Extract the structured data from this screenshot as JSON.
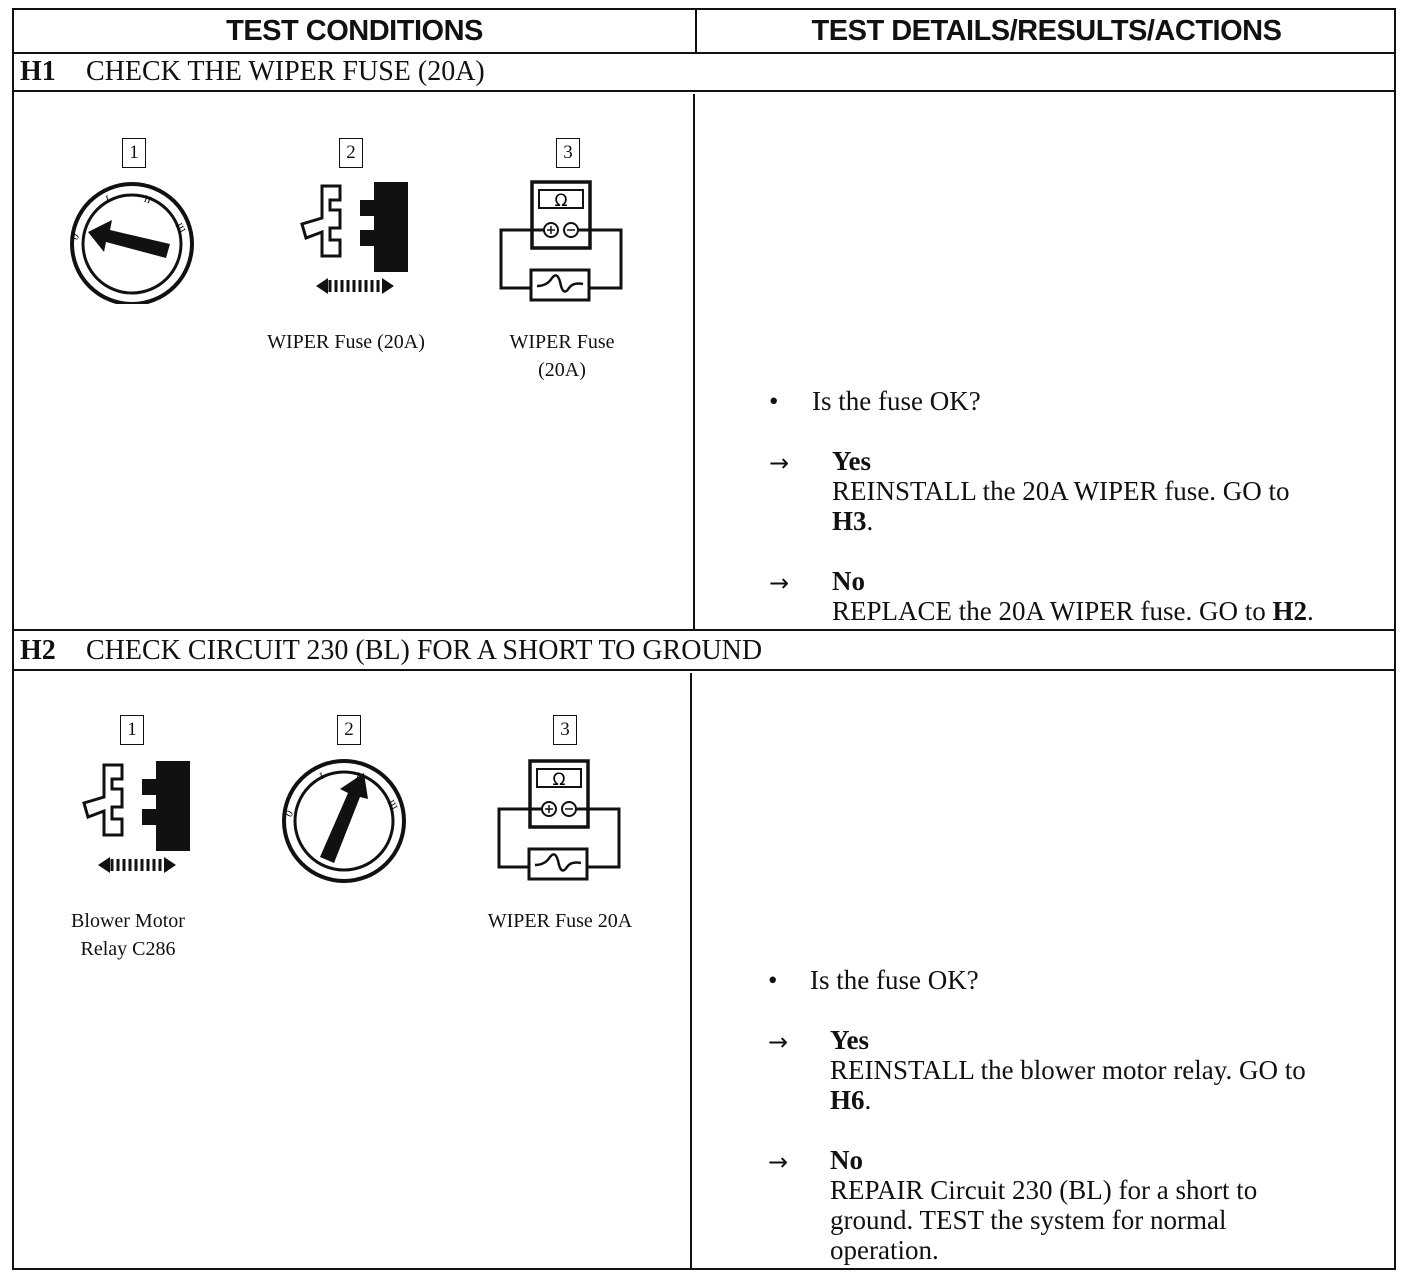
{
  "header": {
    "col1": "TEST CONDITIONS",
    "col2": "TEST DETAILS/RESULTS/ACTIONS"
  },
  "h1": {
    "code": "H1",
    "title": "CHECK THE WIPER FUSE (20A)",
    "steps": [
      {
        "num": "1",
        "icon": "ignition-switch-icon",
        "caption": ""
      },
      {
        "num": "2",
        "icon": "fuse-removal-icon",
        "caption": "WIPER Fuse (20A)"
      },
      {
        "num": "3",
        "icon": "ohmmeter-icon",
        "caption_line1": "WIPER Fuse",
        "caption_line2": "(20A)"
      }
    ],
    "ohm_symbol": "Ω",
    "question": "Is the fuse OK?",
    "yes_label": "Yes",
    "yes_text1": "REINSTALL the 20A WIPER fuse. GO to",
    "yes_goto": "H3",
    "no_label": "No",
    "no_text": "REPLACE the 20A WIPER fuse. GO to",
    "no_goto": "H2"
  },
  "h2": {
    "code": "H2",
    "title": "CHECK CIRCUIT 230 (BL) FOR A SHORT TO GROUND",
    "steps": [
      {
        "num": "1",
        "icon": "relay-removal-icon",
        "caption_line1": "Blower Motor",
        "caption_line2": "Relay C286"
      },
      {
        "num": "2",
        "icon": "ignition-switch-icon",
        "caption": ""
      },
      {
        "num": "3",
        "icon": "ohmmeter-icon",
        "caption": "WIPER Fuse 20A"
      }
    ],
    "ohm_symbol": "Ω",
    "question": "Is the fuse OK?",
    "yes_label": "Yes",
    "yes_text1": "REINSTALL the blower motor relay. GO to",
    "yes_goto": "H6",
    "no_label": "No",
    "no_text1": "REPAIR Circuit 230 (BL) for a short to",
    "no_text2": "ground. TEST the system for normal",
    "no_text3": "operation."
  },
  "symbols": {
    "bullet": "•",
    "arrow": "→",
    "period": "."
  }
}
